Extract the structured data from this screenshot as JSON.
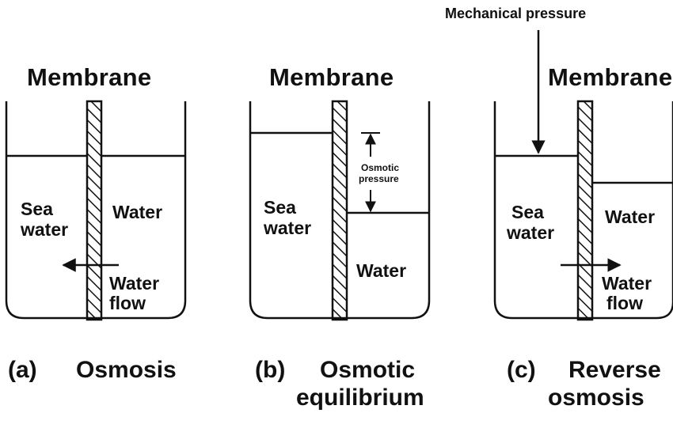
{
  "panels": [
    {
      "membrane_label": "Membrane",
      "left_label": [
        "Sea",
        "water"
      ],
      "right_label": "Water",
      "flow_label": [
        "Water",
        "flow"
      ],
      "caption_letter": "(a)",
      "caption": [
        "Osmosis"
      ]
    },
    {
      "membrane_label": "Membrane",
      "left_label": [
        "Sea",
        "water"
      ],
      "right_label": "Water",
      "pressure_label": [
        "Osmotic",
        "pressure"
      ],
      "caption_letter": "(b)",
      "caption": [
        "Osmotic",
        "equilibrium"
      ]
    },
    {
      "membrane_label": "Membrane",
      "top_label": "Mechanical pressure",
      "left_label": [
        "Sea",
        "water"
      ],
      "right_label": "Water",
      "flow_label": [
        "Water",
        "flow"
      ],
      "caption_letter": "(c)",
      "caption": [
        "Reverse",
        "osmosis"
      ]
    }
  ],
  "colors": {
    "ink": "#111111",
    "background": "#ffffff"
  }
}
